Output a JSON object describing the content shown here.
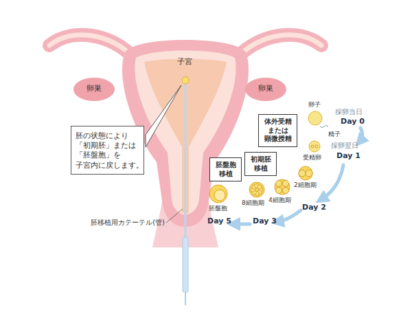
{
  "diagram": {
    "nodes": [
      {
        "text": [
          "胚の状態により 「初期胚」または 「胚盤胞」を 子宮内に戻します。"
        ]
      },
      {
        "text": [
          "体外受精 または 顕微授精"
        ]
      },
      {
        "text": [
          "初期胚 移植"
        ]
      },
      {
        "text": [
          "胚盤胞 移植"
        ]
      }
    ],
    "labels": [
      "子宮",
      "卵巣",
      "卵巣",
      "胚移植用カテーテル(管)",
      "卵子",
      "精子",
      "採卵当日",
      "Day 0",
      "採卵翌日",
      "Day 1",
      "受精卵",
      "2細胞期",
      "4細胞期",
      "8細胞期",
      "胚盤胞",
      "Day 2",
      "Day 3",
      "Day 5"
    ]
  }
}
